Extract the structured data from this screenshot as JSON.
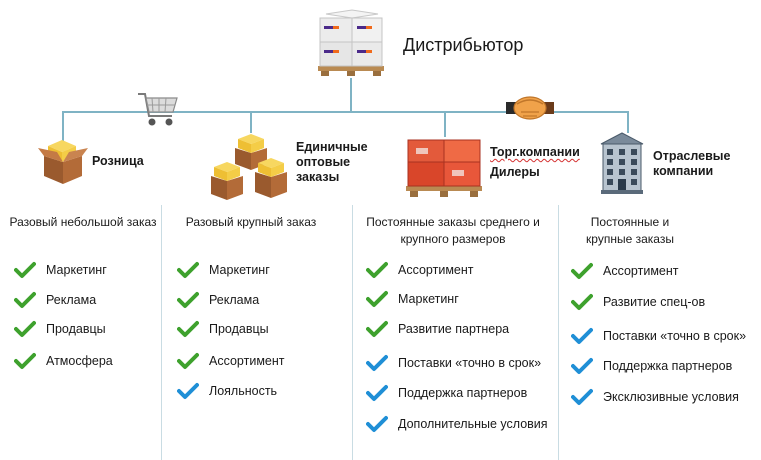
{
  "colors": {
    "connector": "#7fb3c4",
    "separator": "#c9dce3",
    "check_green": "#3ea12d",
    "check_blue": "#1f8fd6",
    "box_brown": "#b06c3a",
    "box_yellow": "#f2c53d",
    "box_red": "#e0542e",
    "spellcheck_underline": "#d43030"
  },
  "root": {
    "title": "Дистрибьютор",
    "icon": "pallet-of-fedex-boxes-icon"
  },
  "connector_icons": {
    "left": "shopping-cart-icon",
    "right": "handshake-icon"
  },
  "columns": [
    {
      "category": "Розница",
      "icon": "open-box-icon",
      "description": "Разовый небольшой заказ",
      "items": [
        {
          "label": "Маркетинг",
          "check": "green"
        },
        {
          "label": "Реклама",
          "check": "green"
        },
        {
          "label": "Продавцы",
          "check": "green"
        },
        {
          "label": "Атмосфера",
          "check": "green"
        }
      ]
    },
    {
      "category": "Единичные оптовые заказы",
      "icon": "stacked-open-boxes-icon",
      "description": "Разовый крупный заказ",
      "items": [
        {
          "label": "Маркетинг",
          "check": "green"
        },
        {
          "label": "Реклама",
          "check": "green"
        },
        {
          "label": "Продавцы",
          "check": "green"
        },
        {
          "label": "Ассортимент",
          "check": "green"
        },
        {
          "label": "Лояльность",
          "check": "blue"
        }
      ]
    },
    {
      "category_line1": "Торг.компании",
      "category_line2": "Дилеры",
      "icon": "pallet-of-red-boxes-icon",
      "description": "Постоянные заказы среднего и крупного размеров",
      "items": [
        {
          "label": "Ассортимент",
          "check": "green"
        },
        {
          "label": "Маркетинг",
          "check": "green"
        },
        {
          "label": "Развитие партнера",
          "check": "green"
        },
        {
          "label": "Поставки «точно в срок»",
          "check": "blue"
        },
        {
          "label": "Поддержка партнеров",
          "check": "blue"
        },
        {
          "label": "Дополнительные условия",
          "check": "blue"
        }
      ]
    },
    {
      "category": "Отраслевые компании",
      "icon": "office-building-icon",
      "description": "Постоянные и крупные заказы",
      "items": [
        {
          "label": "Ассортимент",
          "check": "green"
        },
        {
          "label": "Развитие спец-ов",
          "check": "green"
        },
        {
          "label": "Поставки «точно в срок»",
          "check": "blue"
        },
        {
          "label": "Поддержка партнеров",
          "check": "blue"
        },
        {
          "label": "Эксклюзивные условия",
          "check": "blue"
        }
      ]
    }
  ]
}
